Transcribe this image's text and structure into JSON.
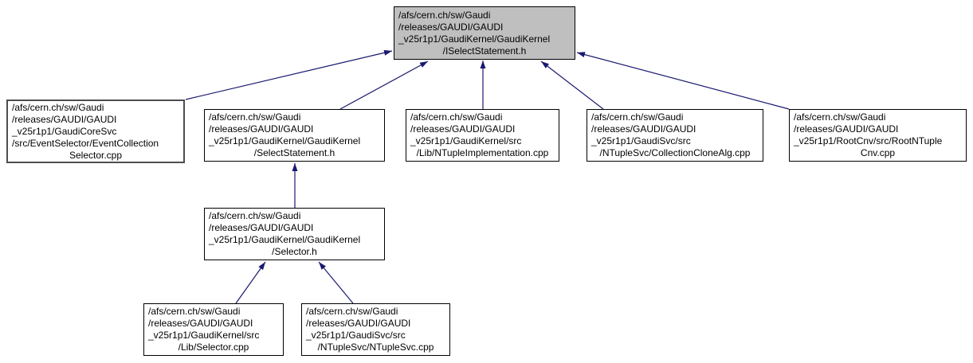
{
  "diagram": {
    "kind": "doxygen-included-by-graph",
    "background_color": "#ffffff",
    "arrow_color": "#191970",
    "node_fill": "#ffffff",
    "root_node_fill": "#bfbfbf",
    "node_border_color": "#000000",
    "highlighted_node_border_color": "#4d4d4d",
    "text_color": "#000000"
  },
  "nodes": {
    "iselectstatement_h": {
      "role": "root",
      "lines": [
        "/afs/cern.ch/sw/Gaudi",
        "/releases/GAUDI/GAUDI",
        "_v25r1p1/GaudiKernel/GaudiKernel",
        "/ISelectStatement.h"
      ]
    },
    "eventcollectionselector_cpp": {
      "lines": [
        "/afs/cern.ch/sw/Gaudi",
        "/releases/GAUDI/GAUDI",
        "_v25r1p1/GaudiCoreSvc",
        "/src/EventSelector/EventCollection",
        "Selector.cpp"
      ]
    },
    "selectstatement_h": {
      "lines": [
        "/afs/cern.ch/sw/Gaudi",
        "/releases/GAUDI/GAUDI",
        "_v25r1p1/GaudiKernel/GaudiKernel",
        "/SelectStatement.h"
      ]
    },
    "ntupleimplementation_cpp": {
      "lines": [
        "/afs/cern.ch/sw/Gaudi",
        "/releases/GAUDI/GAUDI",
        "_v25r1p1/GaudiKernel/src",
        "/Lib/NTupleImplementation.cpp"
      ]
    },
    "collectionclonealg_cpp": {
      "lines": [
        "/afs/cern.ch/sw/Gaudi",
        "/releases/GAUDI/GAUDI",
        "_v25r1p1/GaudiSvc/src",
        "/NTupleSvc/CollectionCloneAlg.cpp"
      ]
    },
    "rootntuplecnv_cpp": {
      "lines": [
        "/afs/cern.ch/sw/Gaudi",
        "/releases/GAUDI/GAUDI",
        "_v25r1p1/RootCnv/src/RootNTuple",
        "Cnv.cpp"
      ]
    },
    "selector_h": {
      "lines": [
        "/afs/cern.ch/sw/Gaudi",
        "/releases/GAUDI/GAUDI",
        "_v25r1p1/GaudiKernel/GaudiKernel",
        "/Selector.h"
      ]
    },
    "selector_cpp": {
      "lines": [
        "/afs/cern.ch/sw/Gaudi",
        "/releases/GAUDI/GAUDI",
        "_v25r1p1/GaudiKernel/src",
        "/Lib/Selector.cpp"
      ]
    },
    "ntuplesvc_cpp": {
      "lines": [
        "/afs/cern.ch/sw/Gaudi",
        "/releases/GAUDI/GAUDI",
        "_v25r1p1/GaudiSvc/src",
        "/NTupleSvc/NTupleSvc.cpp"
      ]
    }
  },
  "edges": [
    {
      "from": "eventcollectionselector_cpp",
      "to": "iselectstatement_h"
    },
    {
      "from": "selectstatement_h",
      "to": "iselectstatement_h"
    },
    {
      "from": "ntupleimplementation_cpp",
      "to": "iselectstatement_h"
    },
    {
      "from": "collectionclonealg_cpp",
      "to": "iselectstatement_h"
    },
    {
      "from": "rootntuplecnv_cpp",
      "to": "iselectstatement_h"
    },
    {
      "from": "selector_h",
      "to": "selectstatement_h"
    },
    {
      "from": "selector_cpp",
      "to": "selector_h"
    },
    {
      "from": "ntuplesvc_cpp",
      "to": "selector_h"
    }
  ]
}
